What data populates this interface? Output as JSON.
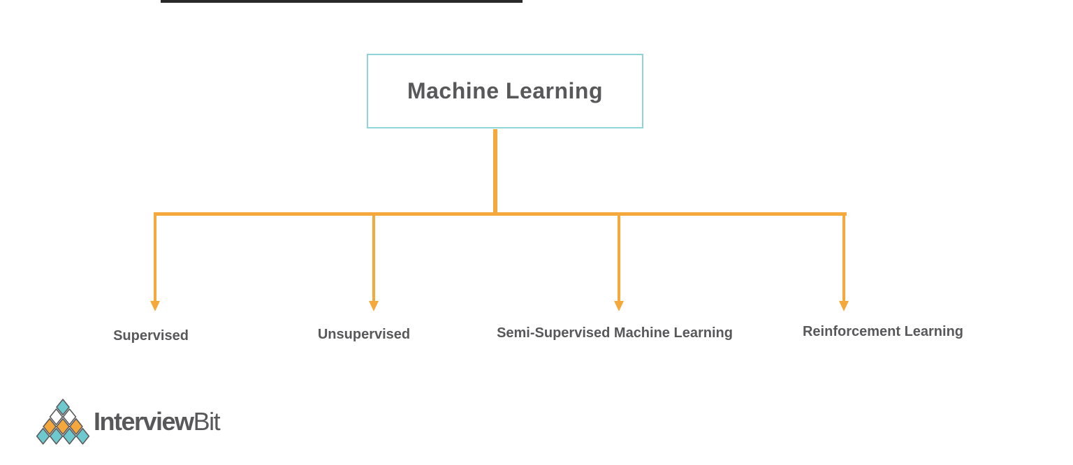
{
  "diagram": {
    "root": {
      "label": "Machine Learning"
    },
    "branches": [
      {
        "label": "Supervised"
      },
      {
        "label": "Unsupervised"
      },
      {
        "label": "Semi-Supervised Machine Learning"
      },
      {
        "label": "Reinforcement Learning"
      }
    ]
  },
  "colors": {
    "page_bg": "#ffffff",
    "connector": "#F5A83C",
    "box_border": "#8ED5D9",
    "text": "#58585A",
    "artifact": "#121212",
    "logo_teal": "#6EC9CF",
    "logo_orange": "#F3A73D",
    "logo_white": "#FFFFFF",
    "logo_outline": "#59595B"
  },
  "logo": {
    "text_primary": "Interview",
    "text_secondary": "Bit",
    "pyramid_rows": [
      [
        "teal"
      ],
      [
        "white",
        "white"
      ],
      [
        "orange",
        "orange",
        "orange"
      ],
      [
        "teal",
        "teal",
        "teal",
        "teal"
      ]
    ]
  }
}
